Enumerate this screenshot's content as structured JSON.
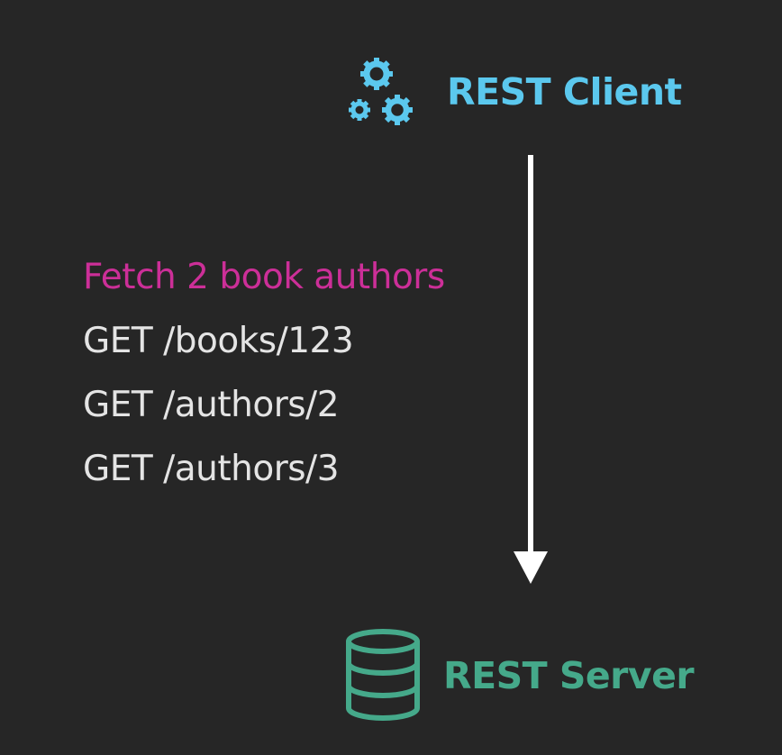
{
  "client": {
    "label": "REST Client",
    "icon": "gears-icon",
    "color": "#5bc8ee"
  },
  "server": {
    "label": "REST Server",
    "icon": "database-icon",
    "color": "#45a98a"
  },
  "arrow": {
    "direction": "down",
    "color": "#ffffff"
  },
  "requests": {
    "heading": "Fetch 2 book authors",
    "heading_color": "#cc2f98",
    "items": [
      "GET /books/123",
      "GET /authors/2",
      "GET /authors/3"
    ]
  }
}
